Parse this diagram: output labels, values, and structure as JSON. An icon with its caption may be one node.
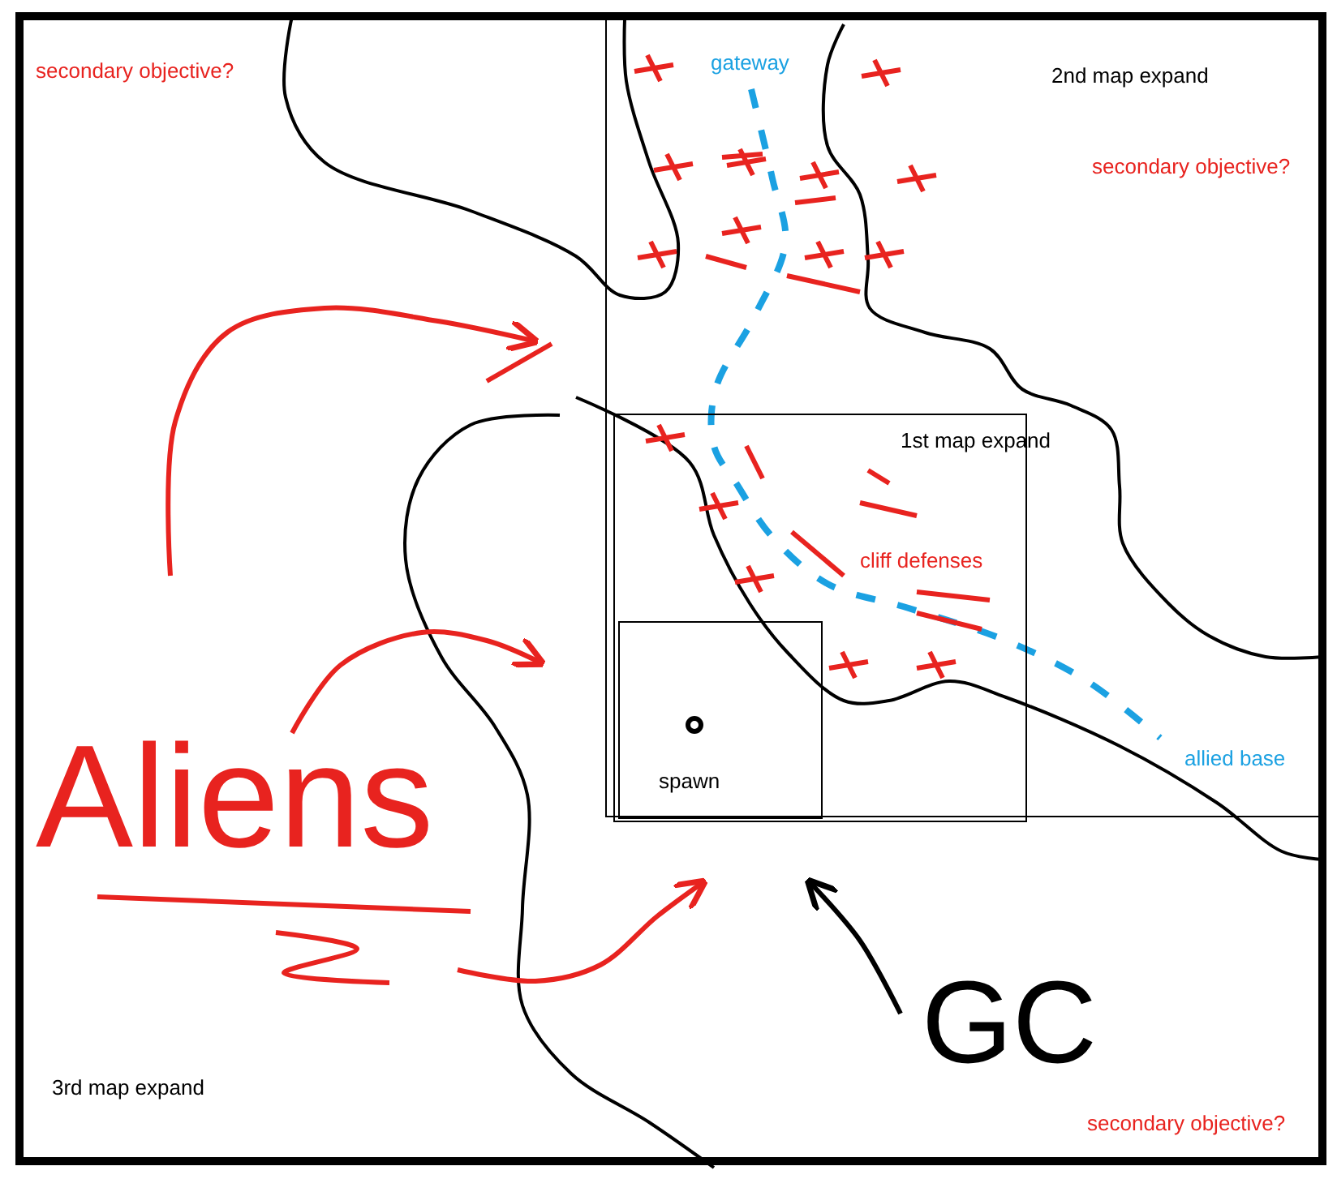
{
  "diagram": {
    "nodes": [
      {
        "text": [
          "2nd map expand"
        ]
      },
      {
        "text": [
          "1st map expand"
        ],
        "in": 0
      },
      {
        "text": [
          "spawn"
        ],
        "in": 1
      }
    ],
    "labels": [
      "secondary objective?",
      "gateway",
      "secondary objective?",
      "cliff defenses",
      "allied base",
      "Aliens",
      "GC",
      "3rd map expand",
      "secondary objective?"
    ]
  }
}
